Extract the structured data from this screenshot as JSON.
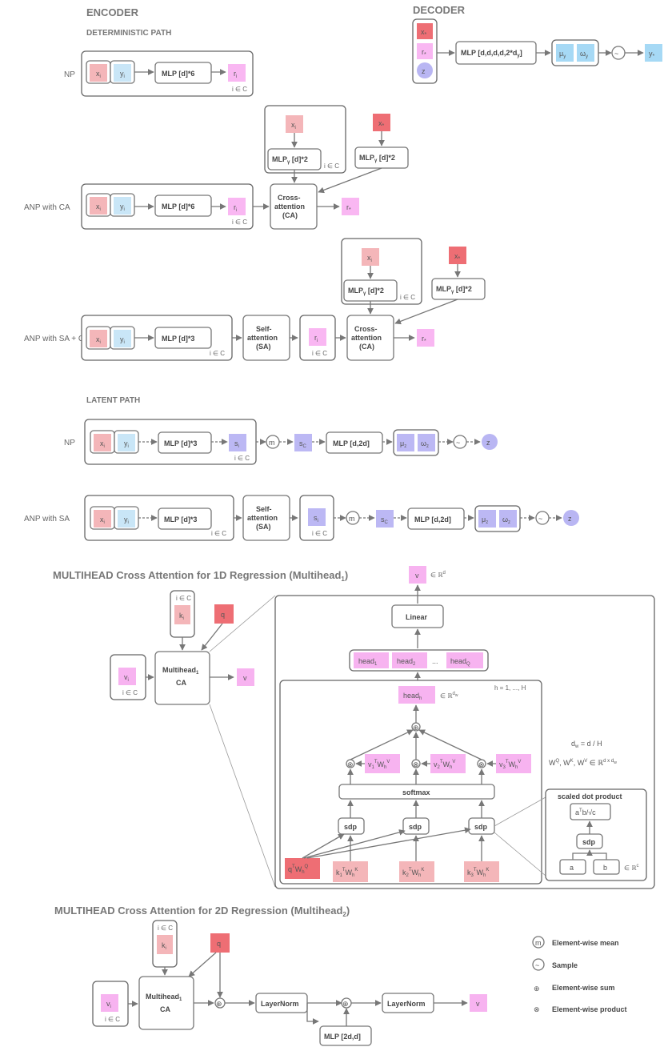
{
  "colors": {
    "x": "#f4b6b9",
    "x_star": "#ee6e74",
    "y": "#c9e6f7",
    "r": "#f9b7f2",
    "latent": "#bcb8f4",
    "z": "#b9b6f3",
    "q": "#ee6e74",
    "k": "#f4b6b9",
    "mu_y": "#a6d9f5",
    "v_col": "#f7b3f0"
  },
  "headers": {
    "encoder": "ENCODER",
    "decoder": "DECODER",
    "deterministic": "DETERMINISTIC PATH",
    "latent": "LATENT PATH",
    "mh1": "MULTIHEAD Cross Attention for 1D Regression (Multihead",
    "mh1_sub": "1",
    "mh1_end": ")",
    "mh2": "MULTIHEAD Cross Attention for 2D Regression (Multihead",
    "mh2_sub": "2",
    "mh2_end": ")"
  },
  "rows": {
    "np": "NP",
    "anp_ca": "ANP with CA",
    "anp_sa_ca": "ANP with SA + CA",
    "latent_np": "NP",
    "latent_anp_sa": "ANP with SA"
  },
  "sym": {
    "x": "x",
    "y": "y",
    "r": "r",
    "s": "s",
    "z": "z",
    "k": "k",
    "v": "v",
    "q": "q",
    "i": "i",
    "star": "*",
    "c": "C",
    "mu": "μ",
    "omega": "ω",
    "tilde": "~",
    "m": "m",
    "in_c": "i ∈ C",
    "in_c_short": "i ∈ C"
  },
  "labels": {
    "mlp6": "MLP [d]*6",
    "mlp3": "MLP [d]*3",
    "mlp_gamma": "MLP",
    "mlp_gamma_tail": " [d]*2",
    "gamma": "γ",
    "cross1": "Cross-",
    "cross2": "attention",
    "cross3": "(CA)",
    "self1": "Self-",
    "self2": "attention",
    "self3": "(SA)",
    "mlp_d2d": "MLP [d,2d]",
    "dec_mlp": "MLP [d,d,d,d,2*d",
    "dec_mlp_sub": "y",
    "dec_mlp_end": "]",
    "multihead": "Multihead",
    "multihead_sub": "1",
    "ca": "CA",
    "linear": "Linear",
    "head": "head",
    "dots": "...",
    "h_range": "h = 1, ..., H",
    "softmax": "softmax",
    "sdp": "sdp",
    "scaled_dot": "scaled dot product",
    "atb": "a",
    "atb_sup": "T",
    "atb_tail": "b/√c",
    "a": "a",
    "b": "b",
    "in_rc": "∈ ℝ",
    "in_rc_sup": "c",
    "in_rd": "∈ ℝ",
    "in_rd_sup": "d",
    "in_rdw": "∈ ℝ",
    "in_rdw_sup": "d",
    "in_rdw_sub": "w",
    "dw_eq": "d",
    "dw_sub": "w",
    "dw_tail": " = d / H",
    "w_eq": "W",
    "w_q": "Q",
    "w_k": "K",
    "w_v": "V",
    "w_tail": " ∈ ℝ",
    "w_sup": "d x d",
    "w_sup_sub": "w",
    "layernorm": "LayerNorm",
    "mlp_2dd": "MLP [2d,d]",
    "T": "T",
    "W": "W",
    "Q": "Q",
    "K": "K",
    "V": "V",
    "h": "h"
  },
  "legend": {
    "mean": "Element-wise mean",
    "sample": "Sample",
    "sum": "Element-wise sum",
    "product": "Element-wise product"
  }
}
